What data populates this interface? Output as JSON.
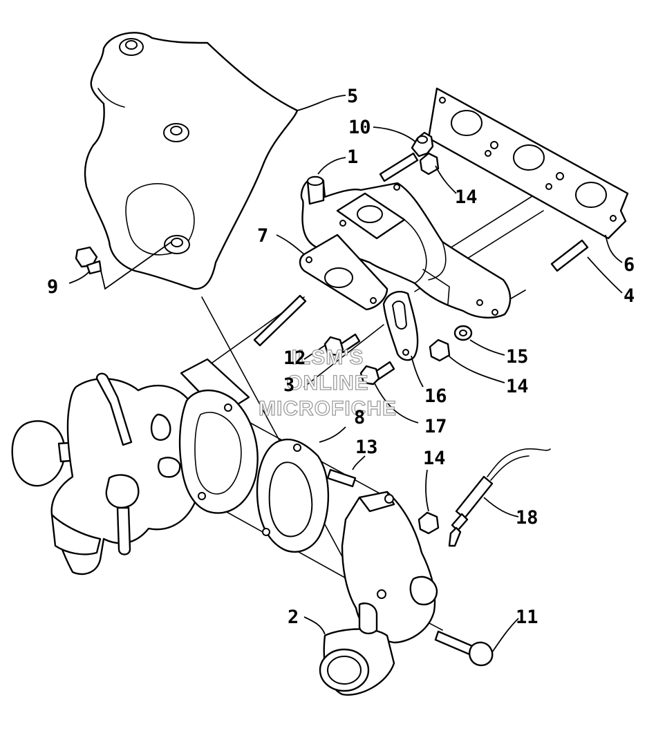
{
  "watermark": {
    "line1": "ILSM'S",
    "line2": "ONLINE",
    "line3": "MICROFICHE"
  },
  "callouts": {
    "c1": "1",
    "c2": "2",
    "c3": "3",
    "c4": "4",
    "c5": "5",
    "c6": "6",
    "c7": "7",
    "c8": "8",
    "c9": "9",
    "c10": "10",
    "c11": "11",
    "c12": "12",
    "c13": "13",
    "c14a": "14",
    "c14b": "14",
    "c14c": "14",
    "c15": "15",
    "c16": "16",
    "c17": "17",
    "c18": "18"
  }
}
